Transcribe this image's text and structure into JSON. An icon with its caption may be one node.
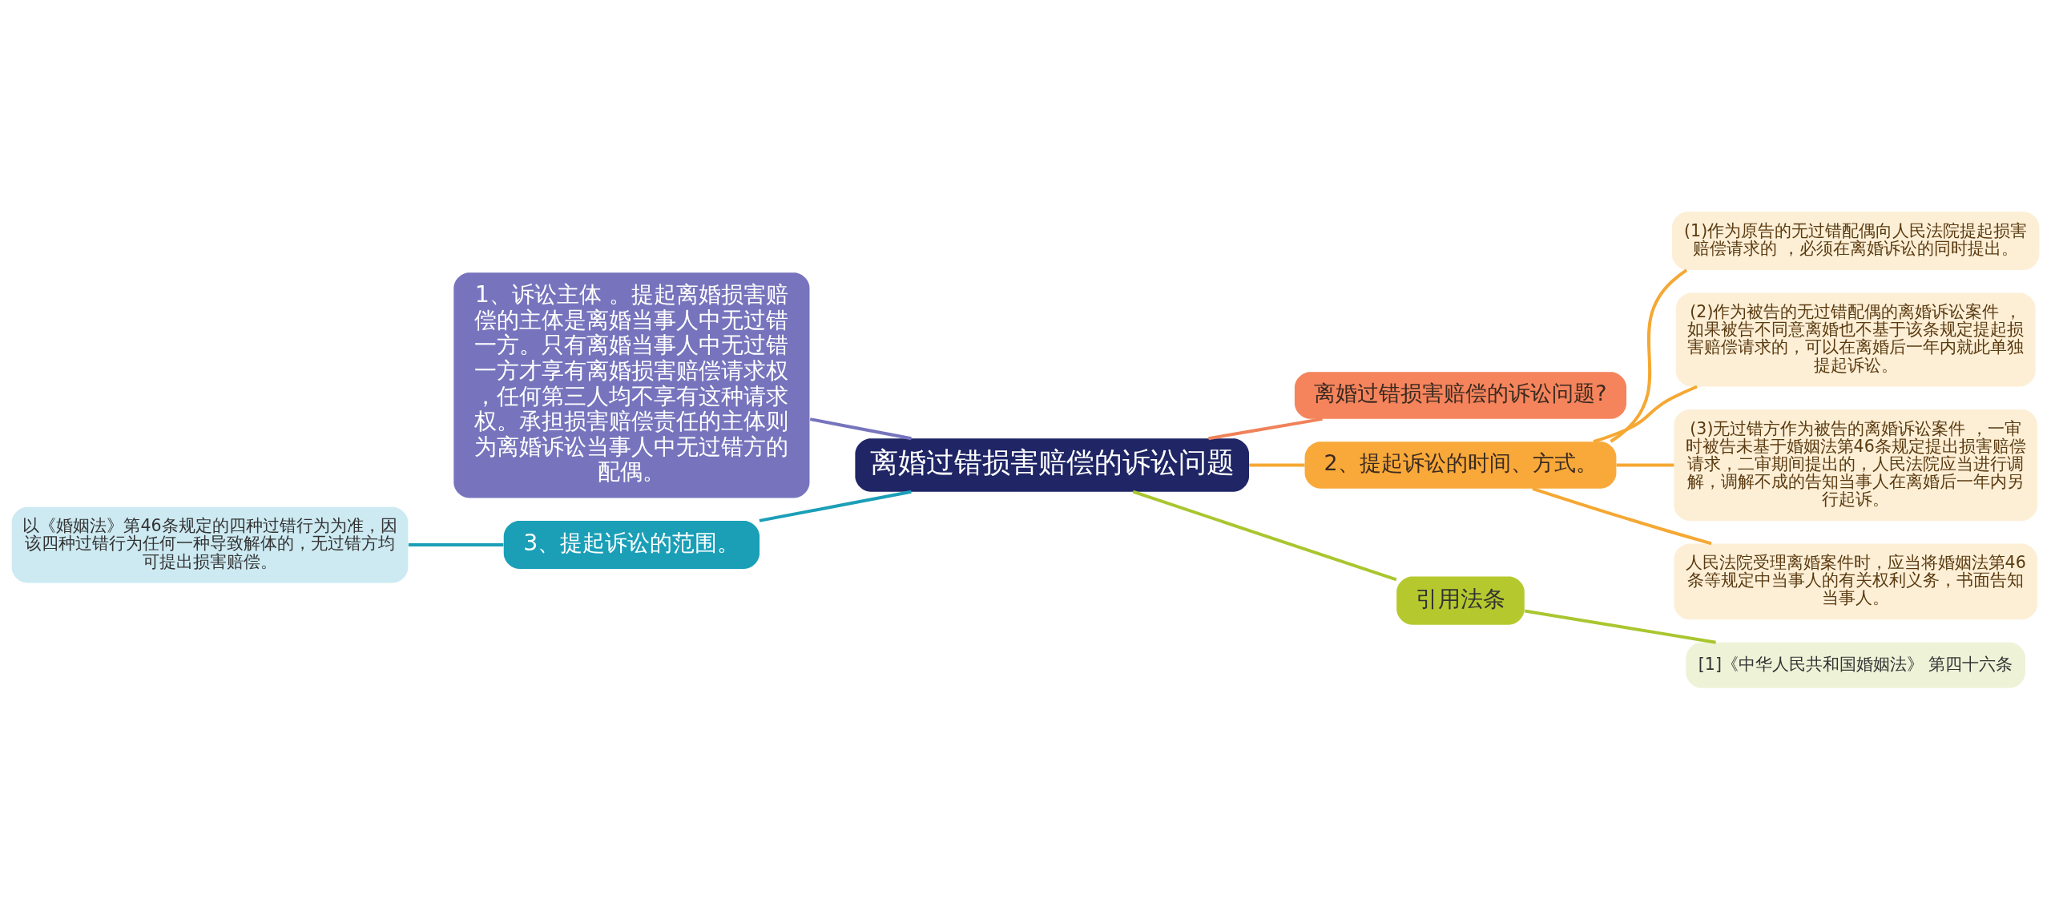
{
  "diagram": {
    "nodes": [
      {
        "text": [
          "离婚过错损害赔偿的诉讼问题"
        ]
      },
      {
        "text": [
          "1、诉讼主体 。提起离婚损害赔偿的主体是离婚当事人中无过错一方。只有离婚当事人中无过错一方才享有离婚损害赔偿请求权，任何第三人均不享有这种请求权。承担损害赔偿责任的主体则为离婚诉讼当事人中无过错方的配偶。"
        ]
      },
      {
        "text": [
          "3、提起诉讼的范围。"
        ]
      },
      {
        "text": [
          "以《婚姻法》第46条规定的四种过错行为为准，因该四种过错行为任何一种导致解体的，无过错方均可提出损害赔偿。"
        ]
      },
      {
        "text": [
          "离婚过错损害赔偿的诉讼问题?"
        ]
      },
      {
        "text": [
          "2、提起诉讼的时间、方式。"
        ]
      },
      {
        "text": [
          "(1)作为原告的无过错配偶向人民法院提起损害赔偿请求的 ，必须在离婚诉讼的同时提出。"
        ]
      },
      {
        "text": [
          "(2)作为被告的无过错配偶的离婚诉讼案件 ，如果被告不同意离婚也不基于该条规定提起损害赔偿请求的，可以在离婚后一年内就此单独提起诉讼。"
        ]
      },
      {
        "text": [
          "(3)无过错方作为被告的离婚诉讼案件 ，一审时被告未基于婚姻法第46条规定提出损害赔偿请求，二审期间提出的，人民法院应当进行调解，调解不成的告知当事人在离婚后一年内另行起诉。"
        ]
      },
      {
        "text": [
          "人民法院受理离婚案件时，应当将婚姻法第46条等规定中当事人的有关权利义务，书面告知当事人。"
        ]
      },
      {
        "text": [
          "引用法条"
        ]
      },
      {
        "text": [
          "[1]《中华人民共和国婚姻法》 第四十六条"
        ]
      }
    ],
    "edges": [
      {
        "from": 0,
        "to": 1,
        "arrow": "none",
        "color": "#7774bd"
      },
      {
        "from": 0,
        "to": 2,
        "arrow": "none",
        "color": "#1a9fb7"
      },
      {
        "from": 2,
        "to": 3,
        "arrow": "none",
        "color": "#1a9fb7"
      },
      {
        "from": 0,
        "to": 4,
        "arrow": "none",
        "color": "#f0825a"
      },
      {
        "from": 0,
        "to": 5,
        "arrow": "none"
      },
      {
        "from": 5,
        "to": 6,
        "arrow": "none"
      },
      {
        "from": 5,
        "to": 7,
        "arrow": "none"
      },
      {
        "from": 5,
        "to": 8,
        "arrow": "none"
      },
      {
        "from": 5,
        "to": 9,
        "arrow": "none"
      },
      {
        "from": 0,
        "to": 10,
        "arrow": "none",
        "color": "#a9c62f"
      },
      {
        "from": 10,
        "to": 11,
        "arrow": "none",
        "color": "#a9c62f"
      }
    ]
  }
}
